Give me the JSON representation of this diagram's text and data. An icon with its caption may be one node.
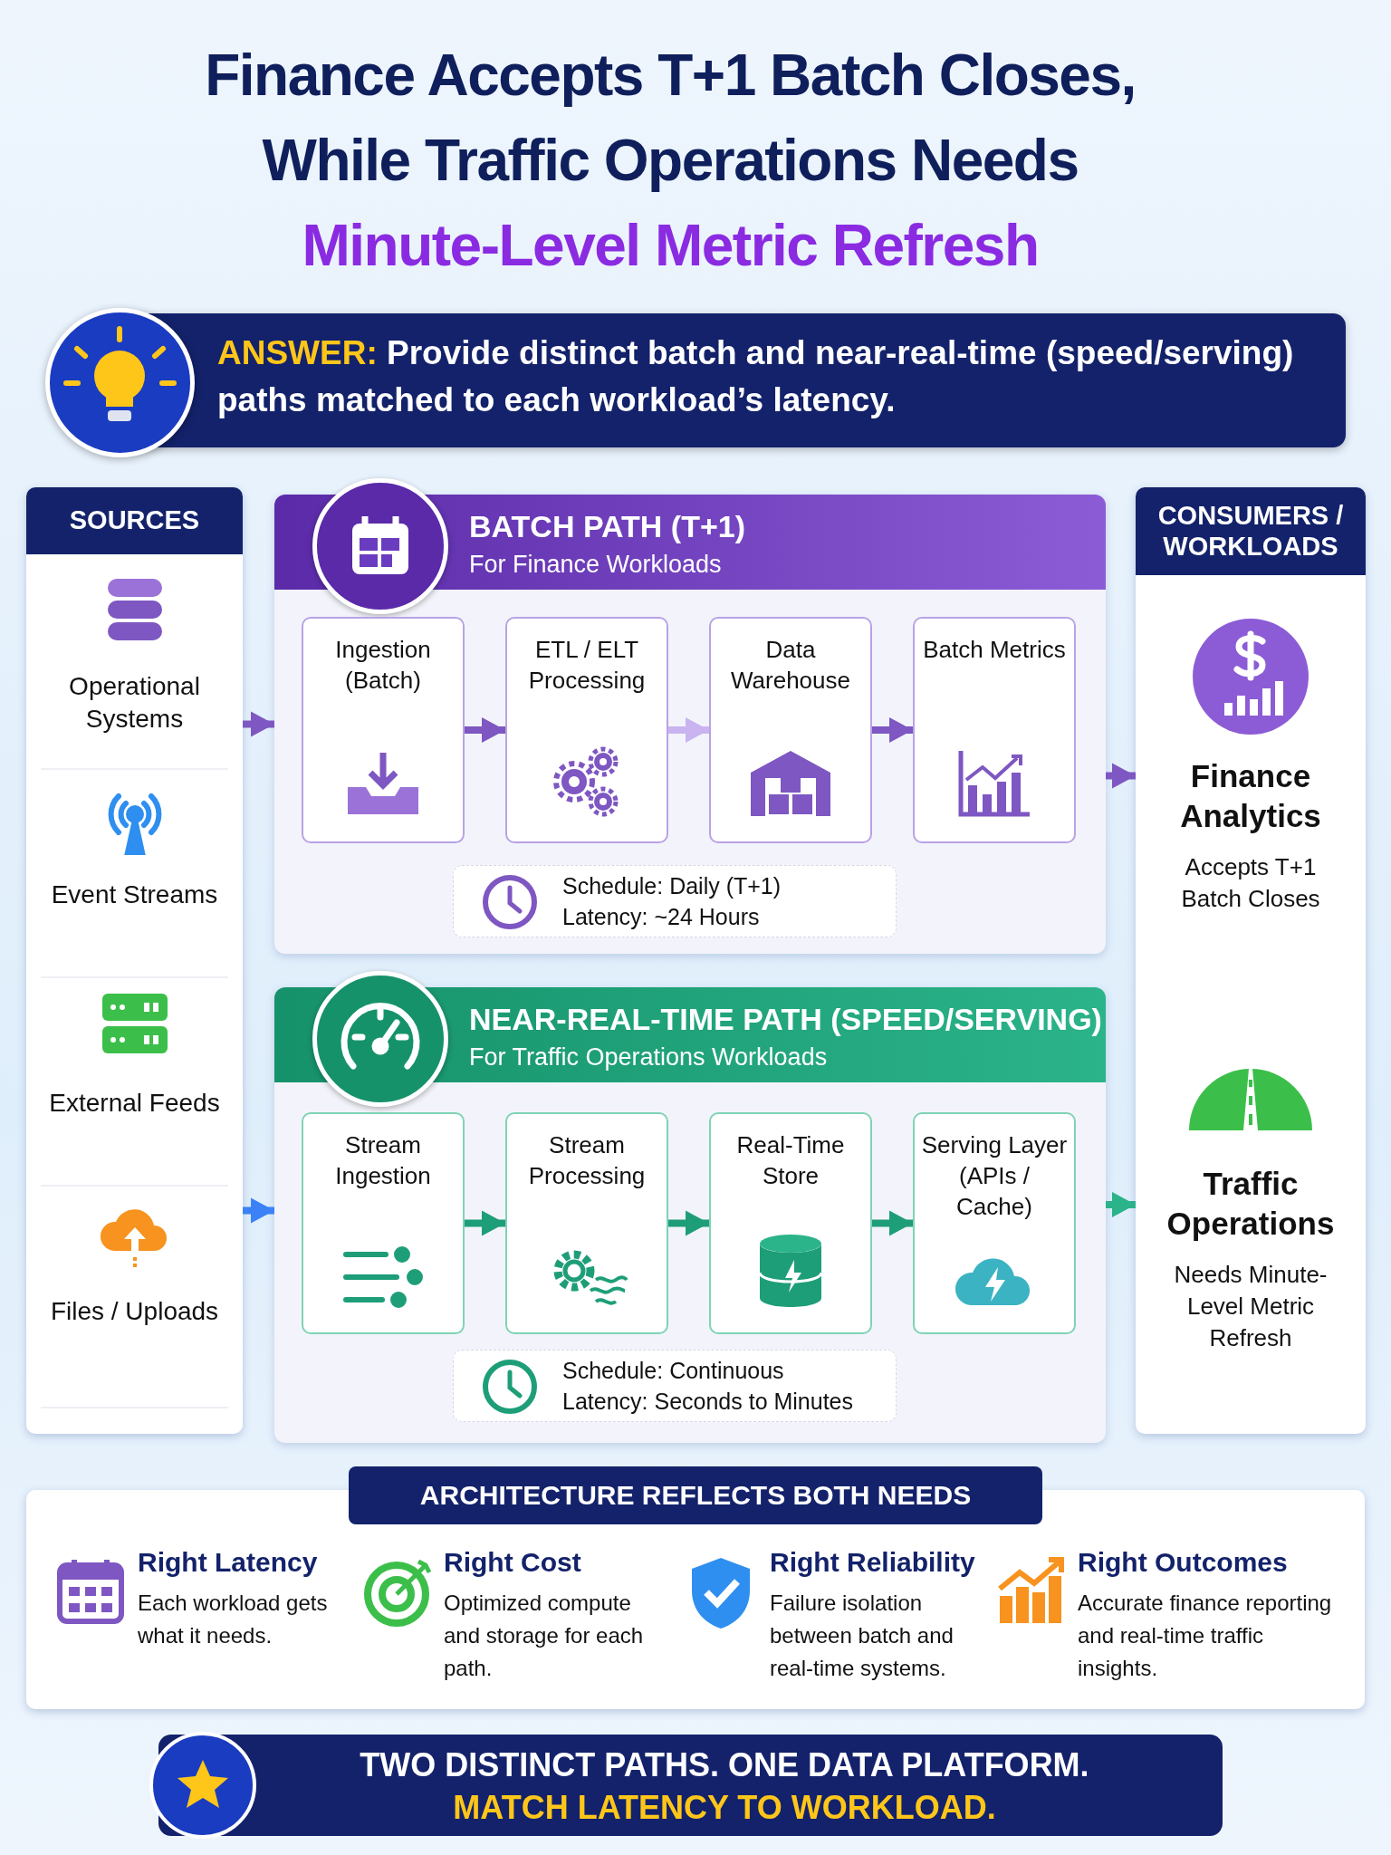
{
  "diagram": {
    "title": "Finance Accepts T+1 Batch Closes, While Traffic Operations Needs **Minute-Level Metric Refresh**",
    "nodes": [
      {
        "text": [
          "SOURCES"
        ]
      },
      {
        "text": [
          "Operational Systems"
        ],
        "in": 0
      },
      {
        "text": [
          "Event Streams"
        ],
        "in": 0
      },
      {
        "text": [
          "External Feeds"
        ],
        "in": 0
      },
      {
        "text": [
          "Files / Uploads"
        ],
        "in": 0
      },
      {
        "text": [
          "BATCH PATH (T+1)",
          "For Finance Workloads"
        ]
      },
      {
        "text": [
          "Ingestion (Batch)"
        ],
        "in": 5
      },
      {
        "text": [
          "ETL / ELT Processing"
        ],
        "in": 5
      },
      {
        "text": [
          "Data Warehouse"
        ],
        "in": 5
      },
      {
        "text": [
          "Batch Metrics"
        ],
        "in": 5
      },
      {
        "text": [
          "Schedule: Daily (T+1)",
          "Latency: ~24 Hours"
        ],
        "in": 5
      },
      {
        "text": [
          "NEAR-REAL-TIME PATH (SPEED/SERVING)",
          "For Traffic Operations Workloads"
        ]
      },
      {
        "text": [
          "Stream Ingestion"
        ],
        "in": 11
      },
      {
        "text": [
          "Stream Processing"
        ],
        "in": 11
      },
      {
        "text": [
          "Real-Time Store"
        ],
        "in": 11
      },
      {
        "text": [
          "Serving Layer (APIs / Cache)"
        ],
        "in": 11
      },
      {
        "text": [
          "Schedule: Continuous",
          "Latency: Seconds to Minutes"
        ],
        "in": 11
      },
      {
        "text": [
          "CONSUMERS / WORKLOADS"
        ]
      },
      {
        "text": [
          "Finance Analytics",
          "Accepts T+1 Batch Closes"
        ],
        "in": 17
      },
      {
        "text": [
          "Traffic Operations",
          "Needs Minute-Level Metric Refresh"
        ],
        "in": 17
      },
      {
        "text": [
          "ARCHITECTURE REFLECTS BOTH NEEDS"
        ]
      },
      {
        "text": [
          "Right Latency",
          "Each workload gets what it needs."
        ],
        "in": 20
      },
      {
        "text": [
          "Right Cost",
          "Optimized compute and storage for each path."
        ],
        "in": 20
      },
      {
        "text": [
          "Right Reliability",
          "Failure isolation between batch and real-time systems."
        ],
        "in": 20
      },
      {
        "text": [
          "Right Outcomes",
          "Accurate finance reporting and real-time traffic insights."
        ],
        "in": 20
      }
    ],
    "edges": [
      {
        "from": 0,
        "to": 5,
        "arrow": "to",
        "color": "#7e57c2"
      },
      {
        "from": 0,
        "to": 11,
        "arrow": "to",
        "color": "#3b82f6"
      },
      {
        "from": 6,
        "to": 7,
        "arrow": "to",
        "color": "#7e57c2"
      },
      {
        "from": 7,
        "to": 8,
        "arrow": "to",
        "color": "#c9b3f0"
      },
      {
        "from": 8,
        "to": 9,
        "arrow": "to",
        "color": "#7e57c2"
      },
      {
        "from": 12,
        "to": 13,
        "arrow": "to",
        "color": "#1e9e78"
      },
      {
        "from": 13,
        "to": 14,
        "arrow": "to",
        "color": "#1e9e78"
      },
      {
        "from": 14,
        "to": 15,
        "arrow": "to",
        "color": "#1e9e78"
      },
      {
        "from": 5,
        "to": 18,
        "arrow": "to",
        "color": "#7e57c2"
      },
      {
        "from": 11,
        "to": 19,
        "arrow": "to",
        "color": "#2bb38a"
      }
    ],
    "labels": [
      "**ANSWER:** Provide distinct batch and near-real-time (speed/serving) paths matched to each workload’s latency.",
      "TWO DISTINCT PATHS. ONE DATA PLATFORM.",
      "MATCH LATENCY TO WORKLOAD."
    ]
  }
}
